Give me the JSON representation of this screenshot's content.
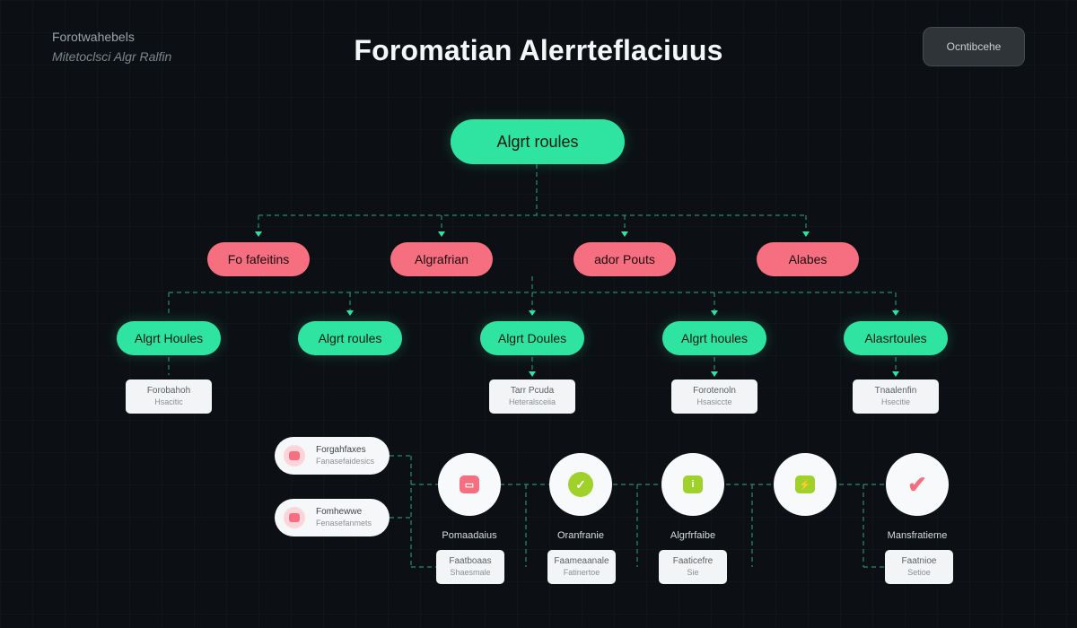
{
  "header": {
    "brand_line1": "Forotwahebels",
    "brand_line2": "Mitetoclsci Algr Ralfin",
    "title": "Foromatian Alerrteflaciuus",
    "action_button": "Ocntibcehe"
  },
  "diagram": {
    "root": {
      "label": "Algrt roules"
    },
    "level1": [
      {
        "label": "Fo fafeitins"
      },
      {
        "label": "Algrafrian"
      },
      {
        "label": "ador Pouts"
      },
      {
        "label": "Alabes"
      }
    ],
    "level2": [
      {
        "label": "Algrt Houles"
      },
      {
        "label": "Algrt roules"
      },
      {
        "label": "Algrt Doules"
      },
      {
        "label": "Algrt houles"
      },
      {
        "label": "Alasrtoules"
      }
    ],
    "level3": [
      {
        "title": "Forobahoh",
        "sub": "Hsacitic"
      },
      {
        "title": "Tarr Pcuda",
        "sub": "Heteralsceiia"
      },
      {
        "title": "Forotenoln",
        "sub": "Hsasiccte"
      },
      {
        "title": "Tnaalenfin",
        "sub": "Hsecitie"
      }
    ],
    "side_cards": [
      {
        "title": "Forgahfaxes",
        "sub": "Fanasefaidesics"
      },
      {
        "title": "Fomhewwe",
        "sub": "Fenasefanmets"
      }
    ],
    "nodes": [
      {
        "icon": "message-icon",
        "glyph": "▭",
        "label": "Pomaadaius",
        "card": [
          "Faatboaas",
          "Shaesmale"
        ]
      },
      {
        "icon": "check-circle-icon",
        "glyph": "✓",
        "label": "Oranfranie",
        "card": [
          "Faameaanale",
          "Fatinertoe"
        ]
      },
      {
        "icon": "info-icon",
        "glyph": "i",
        "label": "Algrfrfaibe",
        "card": [
          "Faaticefre",
          "Sie"
        ]
      },
      {
        "icon": "bolt-icon",
        "glyph": "⚡",
        "label": "",
        "card": []
      },
      {
        "icon": "checkmark-icon",
        "glyph": "✔",
        "label": "Mansfratieme",
        "card": [
          "Faatnioe",
          "Setioe"
        ]
      }
    ]
  },
  "colors": {
    "accent_green": "#2fe3a0",
    "accent_pink": "#f56f80",
    "icon_lime": "#9fd12a",
    "background": "#0c1014"
  }
}
